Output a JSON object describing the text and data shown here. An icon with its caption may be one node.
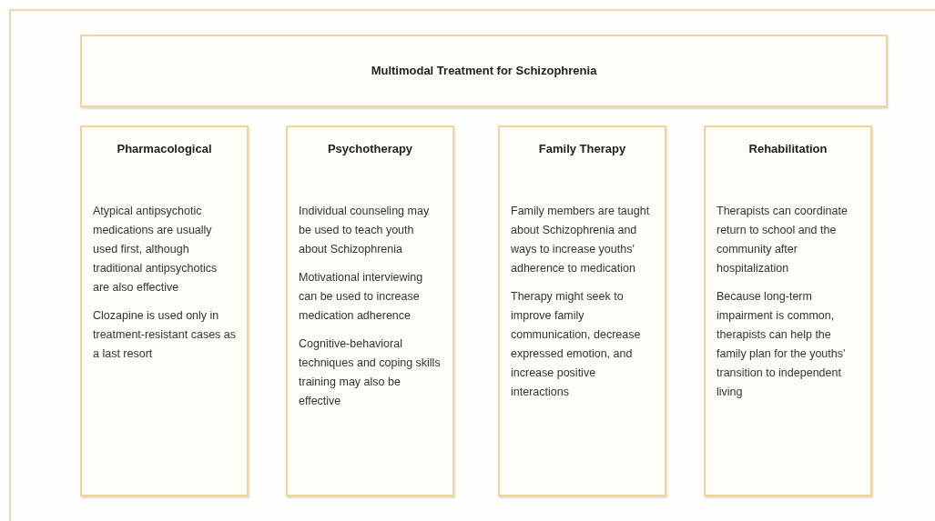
{
  "diagram": {
    "nodes": [
      {
        "text": [
          "Multimodal Treatment for Schizophrenia"
        ]
      },
      {
        "text": [
          "Pharmacological",
          "Atypical antipsychotic medications are usually used first, although traditional antipsychotics are also effective",
          "Clozapine is used only in treatment-resistant cases as a last resort"
        ]
      },
      {
        "text": [
          "Psychotherapy",
          "Individual counseling may be used to teach youth about Schizophrenia",
          "Motivational interviewing can be used to increase medication adherence",
          "Cognitive-behavioral techniques and coping skills training may also be effective"
        ]
      },
      {
        "text": [
          "Family Therapy",
          "Family members are taught about Schizophrenia and ways to increase youths' adherence to medication",
          "Therapy might seek to improve family communication, decrease expressed emotion, and increase positive interactions"
        ]
      },
      {
        "text": [
          "Rehabilitation",
          "Therapists can coordinate return to school and the community after hospitalization",
          "Because long-term impairment is common, therapists can help the family plan for the youths' transition to independent living"
        ]
      }
    ],
    "edges": []
  }
}
